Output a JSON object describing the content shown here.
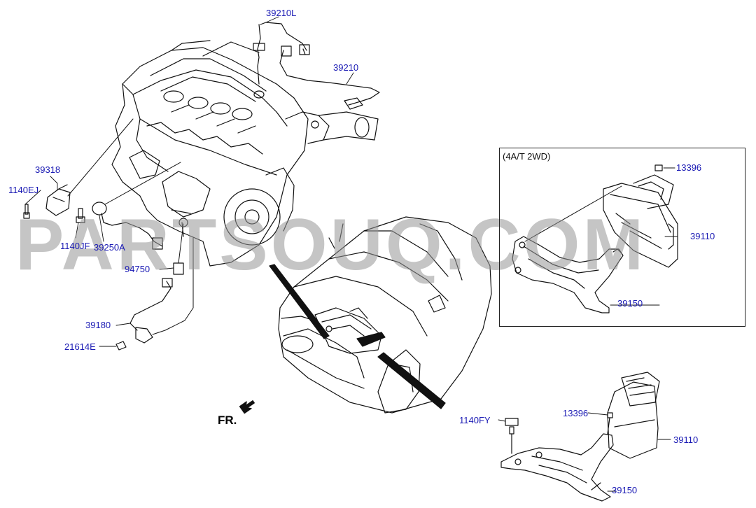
{
  "colors": {
    "label": "#1a1ab4",
    "line": "#111111",
    "watermark": "#969696"
  },
  "watermark": "PARTSOUQ.COM",
  "orientation_label": "FR.",
  "inset": {
    "title": "(4A/T 2WD)"
  },
  "labels": {
    "p39210L": "39210L",
    "p39210": "39210",
    "p39318": "39318",
    "p1140EJ": "1140EJ",
    "p1140JF": "1140JF",
    "p39250A": "39250A",
    "p94750": "94750",
    "p39180": "39180",
    "p21614E": "21614E",
    "p13396a": "13396",
    "p39110a": "39110",
    "p39150a": "39150",
    "p1140FY": "1140FY",
    "p13396b": "13396",
    "p39110b": "39110",
    "p39150b": "39150"
  }
}
